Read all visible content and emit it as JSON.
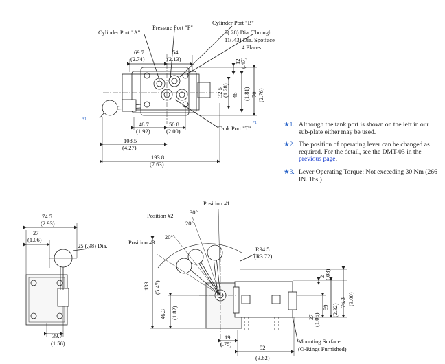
{
  "top_view": {
    "labels": {
      "cyl_a": "Cylinder Port \"A\"",
      "press_p": "Pressure Port \"P\"",
      "cyl_b": "Cylinder Port \"B\"",
      "hole_through": "7(.28) Dia. Through",
      "hole_spotface": "11(.43) Dia. Spotface",
      "hole_places": "4 Places",
      "tank_t": "Tank Port \"T\"",
      "tank_t_mark": "*1",
      "side_mark": "*1"
    },
    "dims": {
      "d69_7": "69.7",
      "d69_7_in": "(2.74)",
      "d54": "54",
      "d54_in": "(2.13)",
      "d12": "12",
      "d12_in": "(.47)",
      "d32_5": "32.5",
      "d32_5_in": "(1.28)",
      "d46": "46",
      "d46_in": "(1.81)",
      "d70": "70",
      "d70_in": "(2.76)",
      "d48_7": "48.7",
      "d48_7_in": "(1.92)",
      "d50_8": "50.8",
      "d50_8_in": "(2.00)",
      "d108_5": "108.5",
      "d108_5_in": "(4.27)",
      "d193_8": "193.8",
      "d193_8_in": "(7.63)"
    }
  },
  "notes": [
    {
      "marker": "★1.",
      "text": "Although the tank port is shown on the left in our sub-plate either may be used."
    },
    {
      "marker": "★2.",
      "text_before": "The position of operating lever can be changed as required. For the detail, see the DMT-03 in the ",
      "link": "previous page",
      "text_after": "."
    },
    {
      "marker": "★3.",
      "text": "Lever Operating Torque: Not exceeding 30 Nm (266 IN. 1bs.)"
    }
  ],
  "side_view": {
    "dims": {
      "d74_5": "74.5",
      "d74_5_in": "(2.93)",
      "d27": "27",
      "d27_in": "(1.06)",
      "d25": "25 (.98) Dia.",
      "d39_7": "39.7",
      "d39_7_in": "(1.56)"
    }
  },
  "front_view": {
    "labels": {
      "pos1": "Position #1",
      "pos2": "Position #2",
      "pos3": "Position #3",
      "a30": "30°",
      "a20a": "20°",
      "a20b": "20°",
      "mount1": "Mounting Surface",
      "mount2": "(O-Rings Furnished)"
    },
    "dims": {
      "r94_5": "R94.5",
      "r94_5_in": "(R3.72)",
      "d139": "139",
      "d139_in": "(5.47)",
      "d46_3": "46.3",
      "d46_3_in": "(1.82)",
      "d19": "19",
      "d19_in": "(.75)",
      "d92": "92",
      "d92_in": "(3.62)",
      "d2": "2",
      "d2_in": "(.08)",
      "d27": "27",
      "d27_in": "(1.06)",
      "d59": "59",
      "d59_in": "(2.32)",
      "d76_3": "76.3",
      "d76_3_in": "(3.00)"
    }
  }
}
